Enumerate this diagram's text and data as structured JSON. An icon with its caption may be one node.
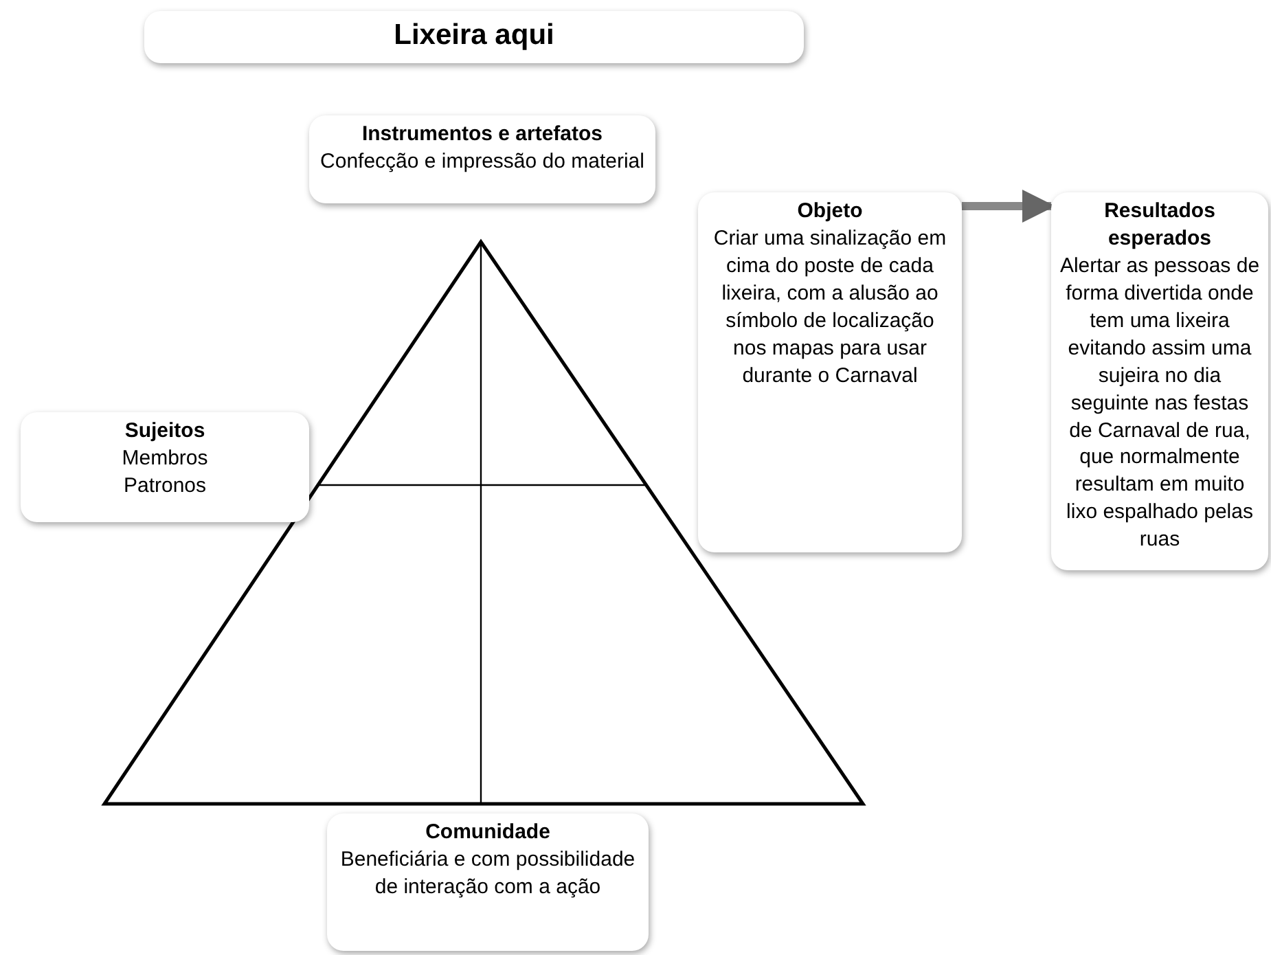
{
  "diagram": {
    "nodes": [
      {
        "text": [
          "Lixeira aqui"
        ]
      },
      {
        "text": [
          "Instrumentos e artefatos",
          "Confecção e impressão do material"
        ]
      },
      {
        "text": [
          "Objeto",
          "Criar uma sinalização em cima do poste de cada lixeira, com a alusão ao símbolo de localização nos mapas para usar durante o Carnaval"
        ]
      },
      {
        "text": [
          "Resultados esperados",
          "Alertar as pessoas de forma divertida onde tem uma lixeira evitando assim uma sujeira no dia seguinte nas festas de Carnaval de rua, que normalmente resultam em muito lixo espalhado pelas ruas"
        ]
      },
      {
        "text": [
          "Sujeitos",
          "Membros",
          "Patronos"
        ]
      },
      {
        "text": [
          "Comunidade",
          "Beneficiária e com possibilidade de interação com a ação"
        ]
      }
    ],
    "edges": [
      {
        "from": 2,
        "to": 3,
        "arrow": "to"
      }
    ]
  }
}
